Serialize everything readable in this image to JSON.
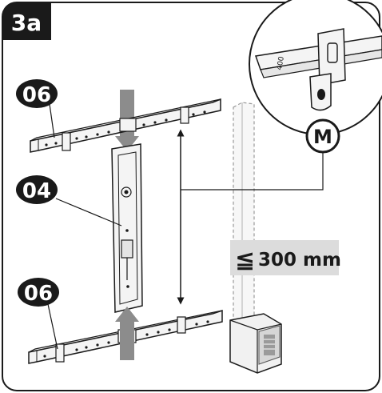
{
  "step": {
    "label": "3a"
  },
  "parts": {
    "top_rail_label": "06",
    "bracket_label": "04",
    "bottom_rail_label": "06"
  },
  "detail": {
    "callout_letter": "M",
    "rail_mark": "400"
  },
  "measurement": {
    "symbol": "≦",
    "value": "300 mm"
  },
  "colors": {
    "ink": "#1a1a1a",
    "rail_fill": "#f4f4f4",
    "arrow_grey": "#8c8c8c",
    "label_bg": "#dcdcdc",
    "pole_fill": "#f7f7f7"
  }
}
